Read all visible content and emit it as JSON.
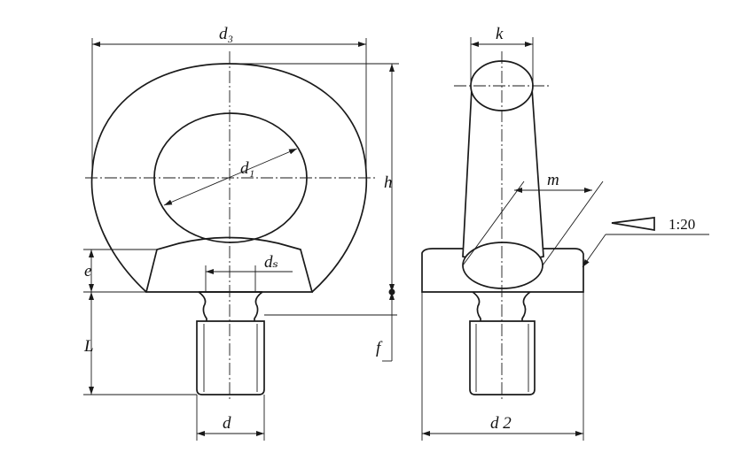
{
  "labels": {
    "d3": "d₃",
    "k": "k",
    "h": "h",
    "d1": "d₁",
    "m": "m",
    "e": "e",
    "ds": "dₛ",
    "L": "L",
    "f": "f",
    "d": "d",
    "d2": "d 2",
    "taper": "1:20"
  }
}
